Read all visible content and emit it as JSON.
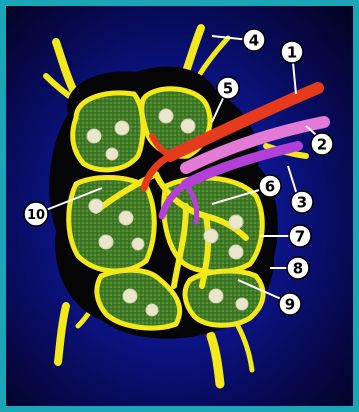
{
  "colors": {
    "frame": "#1aa6b7",
    "background_center": "#1626c8",
    "background_edge": "#02031e",
    "capsule": "#050505",
    "vessels_lymphatic": "#f2e81a",
    "tissue": "#3f7a25",
    "follicle": "#e9e6cc",
    "artery": "#e63a1c",
    "vein": "#b23fd6",
    "efferent": "#e27ad6",
    "callout": "#ffffff"
  },
  "labels": [
    {
      "id": "1",
      "text": "1"
    },
    {
      "id": "2",
      "text": "2"
    },
    {
      "id": "3",
      "text": "3"
    },
    {
      "id": "4",
      "text": "4"
    },
    {
      "id": "5",
      "text": "5"
    },
    {
      "id": "6",
      "text": "6"
    },
    {
      "id": "7",
      "text": "7"
    },
    {
      "id": "8",
      "text": "8"
    },
    {
      "id": "9",
      "text": "9"
    },
    {
      "id": "10",
      "text": "10"
    }
  ]
}
